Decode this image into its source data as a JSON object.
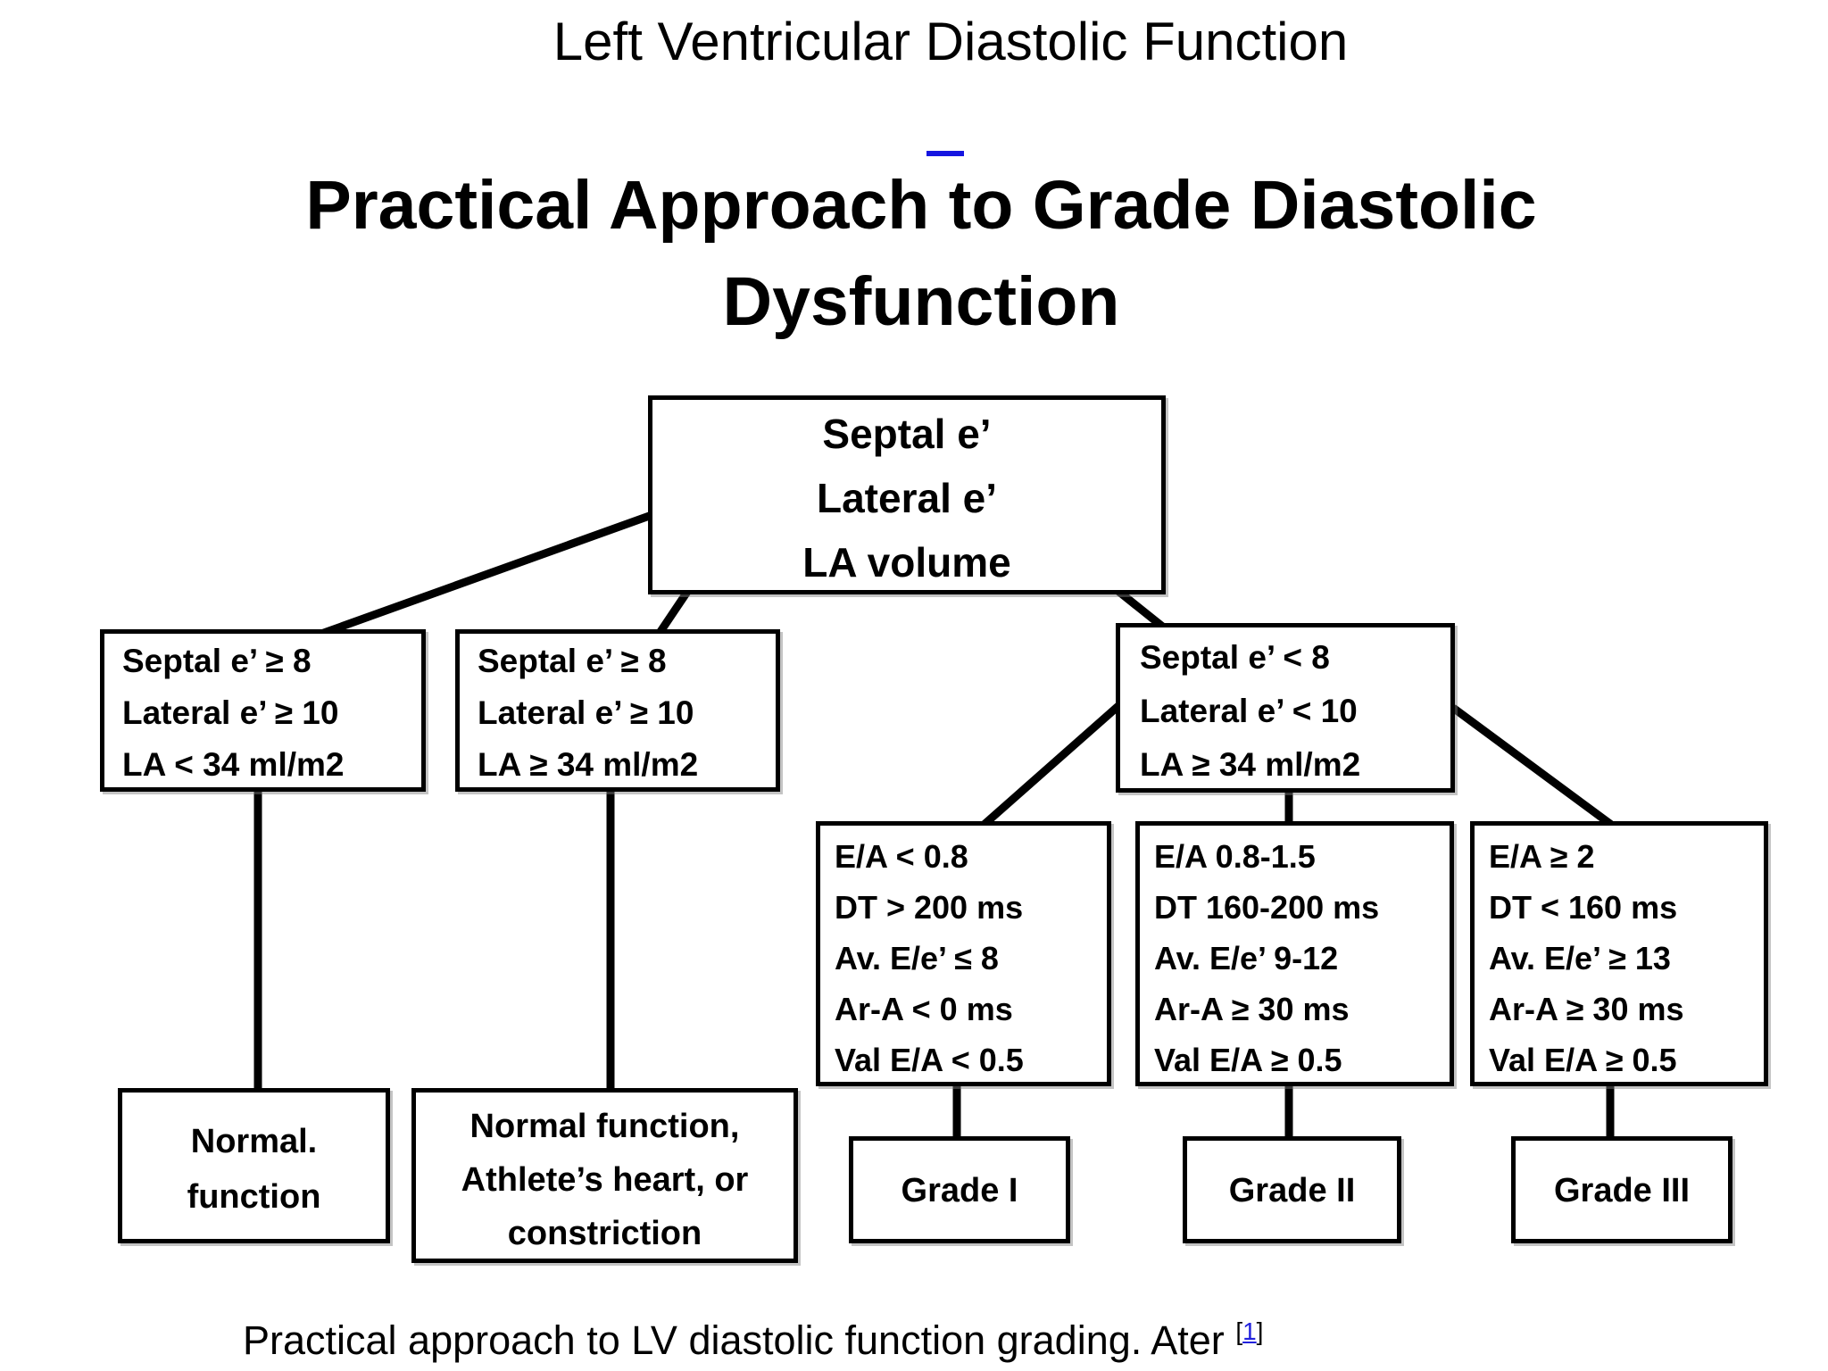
{
  "page": {
    "title": "Left Ventricular Diastolic Function",
    "heading_line1": "Practical Approach to Grade Diastolic",
    "heading_line2": "Dysfunction",
    "caption_text": "Practical approach to LV diastolic function grading. Ater ",
    "citation_open": "[",
    "citation_number": "1",
    "citation_close": "]"
  },
  "colors": {
    "ink": "#000000",
    "background": "#ffffff",
    "link_blue": "#1515e0",
    "citation_blue": "#2222dd"
  },
  "flowchart": {
    "root": {
      "lines": [
        "Septal e’",
        "Lateral e’",
        "LA volume"
      ]
    },
    "branch_normal": {
      "lines": [
        "Septal e’ ≥ 8",
        "Lateral e’ ≥ 10",
        "LA < 34 ml/m2"
      ]
    },
    "branch_athlete": {
      "lines": [
        "Septal e’ ≥ 8",
        "Lateral e’ ≥ 10",
        "LA ≥ 34 ml/m2"
      ]
    },
    "branch_dysfunction": {
      "lines": [
        "Septal e’ < 8",
        "Lateral e’ < 10",
        "LA ≥ 34 ml/m2"
      ]
    },
    "grade1_criteria": {
      "lines": [
        "E/A < 0.8",
        "DT > 200 ms",
        "Av. E/e’ ≤ 8",
        "Ar-A < 0 ms",
        "Val E/A < 0.5"
      ]
    },
    "grade2_criteria": {
      "lines": [
        "E/A 0.8-1.5",
        "DT 160-200 ms",
        "Av. E/e’ 9-12",
        "Ar-A ≥ 30 ms",
        "Val E/A ≥ 0.5"
      ]
    },
    "grade3_criteria": {
      "lines": [
        "E/A ≥ 2",
        "DT < 160 ms",
        "Av. E/e’ ≥ 13",
        "Ar-A ≥ 30 ms",
        "Val E/A ≥ 0.5"
      ]
    },
    "outcome_normal": {
      "lines": [
        "Normal.",
        "function"
      ]
    },
    "outcome_athlete": {
      "lines": [
        "Normal function,",
        "Athlete’s heart, or",
        "constriction"
      ]
    },
    "grade1_label": "Grade I",
    "grade2_label": "Grade II",
    "grade3_label": "Grade III"
  }
}
